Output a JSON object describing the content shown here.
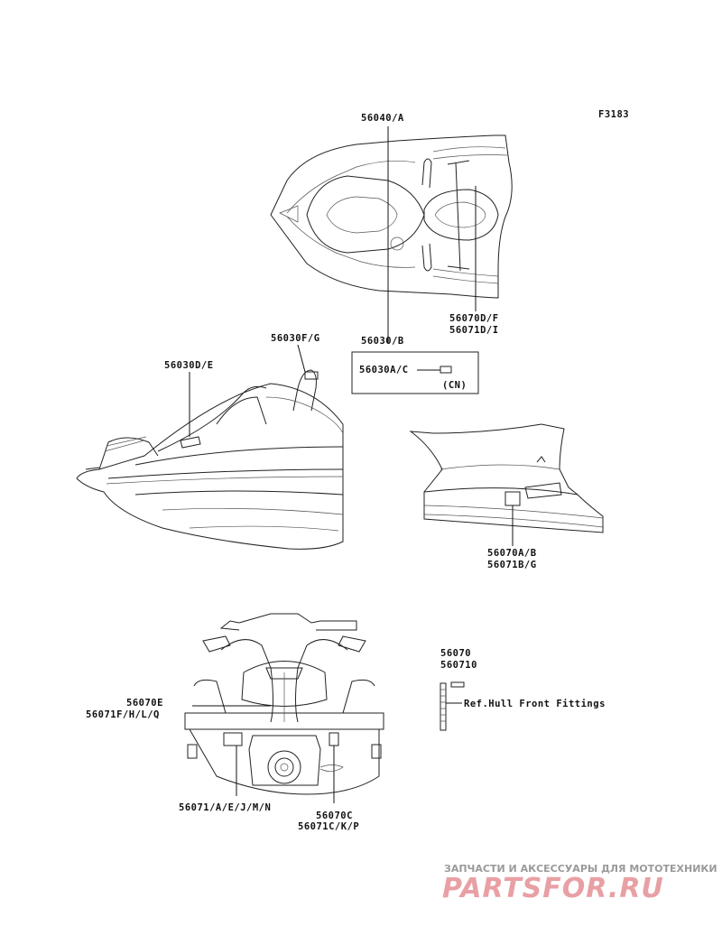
{
  "figure_code": "F3183",
  "parts": {
    "p56040": "56040/A",
    "p56030b": "56030/B",
    "p56070df": "56070D/F",
    "p56071di": "56071D/I",
    "p56030fg": "56030F/G",
    "p56030de": "56030D/E",
    "p56030ac": "56030A/C",
    "cn": "(CN)",
    "p56070ab": "56070A/B",
    "p56071bg": "56071B/G",
    "p56070": "56070",
    "p56071o": "560710",
    "ref_hull": "Ref.Hull Front Fittings",
    "p56070e": "56070E",
    "p56071fhlq": "56071F/H/L/Q",
    "p56071aejmn": "56071/A/E/J/M/N",
    "p56070c": "56070C",
    "p56071ckp": "56071C/K/P"
  },
  "watermark": {
    "top": "ЗАПЧАСТИ И АКСЕССУАРЫ ДЛЯ МОТОТЕХНИКИ",
    "logo": "PARTSFOR.RU"
  }
}
